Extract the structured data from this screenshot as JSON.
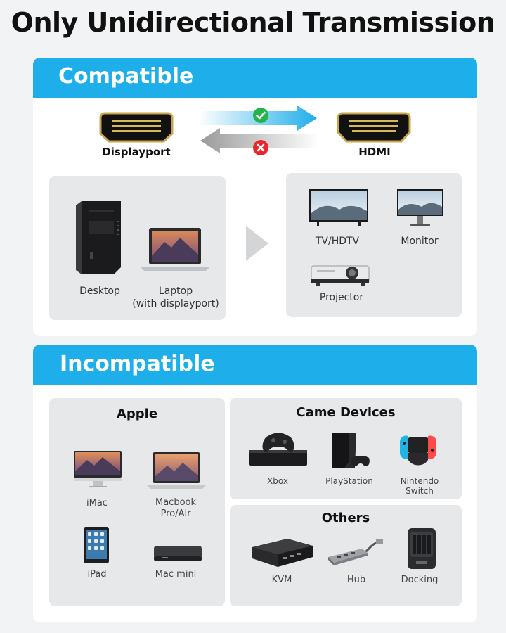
{
  "title": "Only Unidirectional Transmission",
  "compatible": {
    "header": "Compatible",
    "left_connector": "Displayport",
    "right_connector": "HDMI",
    "sources": [
      {
        "label": "Desktop"
      },
      {
        "label": "Laptop\n(with displayport)"
      }
    ],
    "displays": [
      {
        "label": "TV/HDTV"
      },
      {
        "label": "Monitor"
      },
      {
        "label": "Projector"
      }
    ]
  },
  "incompatible": {
    "header": "Incompatible",
    "apple": {
      "title": "Apple",
      "items": [
        {
          "label": "iMac"
        },
        {
          "label": "Macbook\nPro/Air"
        },
        {
          "label": "iPad"
        },
        {
          "label": "Mac mini"
        }
      ]
    },
    "game": {
      "title": "Came Devices",
      "items": [
        {
          "label": "Xbox"
        },
        {
          "label": "PlayStation"
        },
        {
          "label": "Nintendo\nSwitch"
        }
      ]
    },
    "others": {
      "title": "Others",
      "items": [
        {
          "label": "KVM"
        },
        {
          "label": "Hub"
        },
        {
          "label": "Docking"
        }
      ]
    }
  },
  "colors": {
    "accent": "#1eaeea",
    "ok": "#25b34b",
    "no": "#e8262b",
    "gold": "#c9a54a"
  }
}
